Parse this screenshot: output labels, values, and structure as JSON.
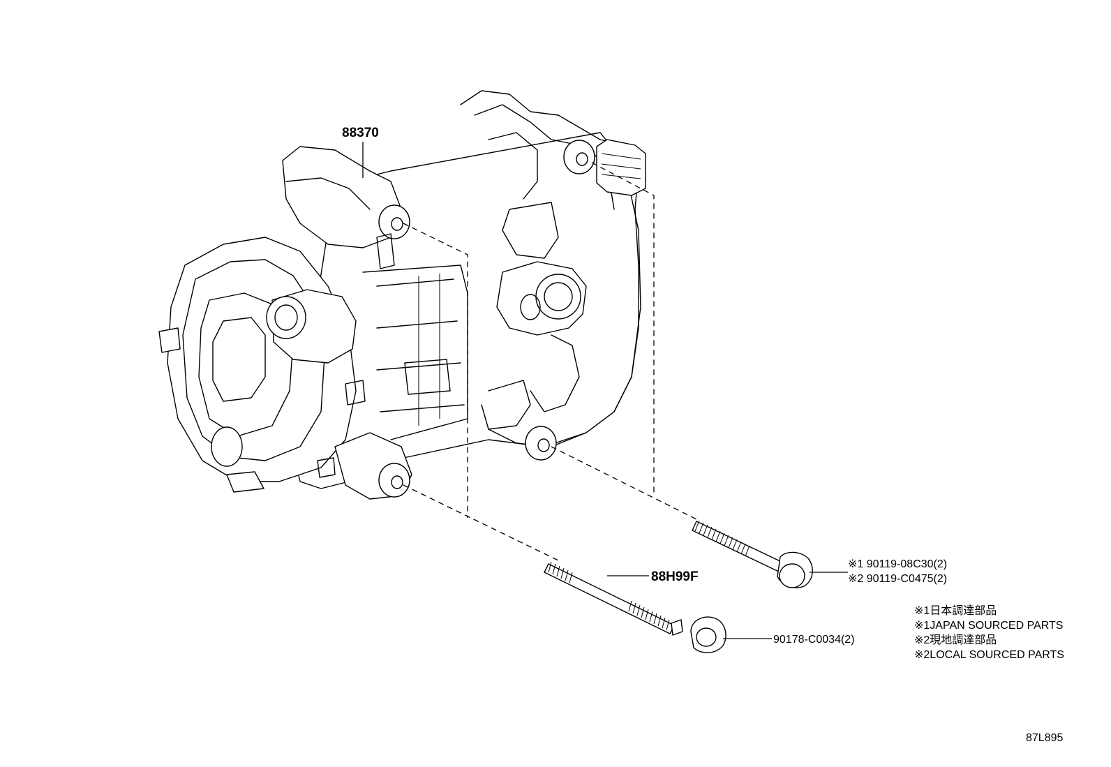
{
  "parts": {
    "compressor": "88370",
    "stud_bolt": "88H99F",
    "bolt_japan": "※1 90119-08C30(2)",
    "bolt_local": "※2 90119-C0475(2)",
    "nut": "90178-C0034(2)"
  },
  "notes": [
    "※1日本調達部品",
    "※1JAPAN SOURCED PARTS",
    "※2現地調達部品",
    "※2LOCAL SOURCED PARTS"
  ],
  "diagram_id": "87L895"
}
